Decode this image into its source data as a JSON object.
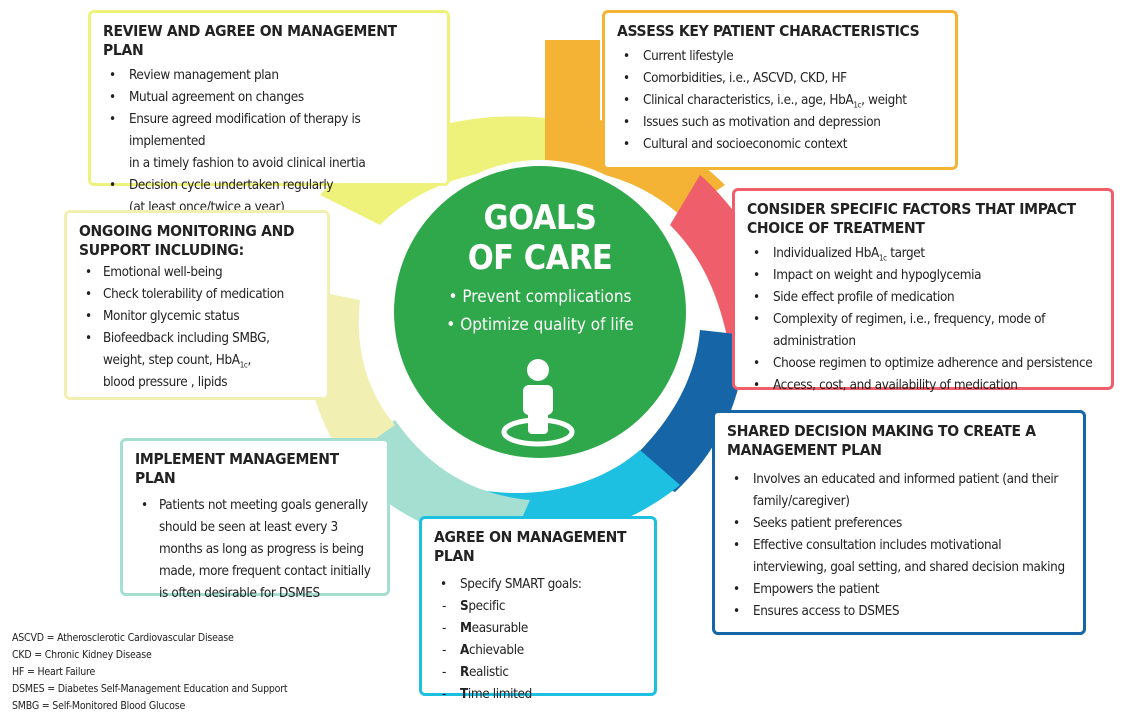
{
  "center": {
    "title_line1": "GOALS",
    "title_line2": "OF CARE",
    "bullet1": "Prevent complications",
    "bullet2": "Optimize quality of life",
    "icon": "person-on-target-icon"
  },
  "assess": {
    "title": "ASSESS KEY PATIENT CHARACTERISTICS",
    "items": [
      "Current lifestyle",
      "Comorbidities, i.e., ASCVD, CKD, HF",
      "Clinical characteristics, i.e., age, HbA",
      "Issues such as motivation and depression",
      "Cultural and socioeconomic context"
    ],
    "hba_sub": "1c",
    "hba_tail": ", weight"
  },
  "consider": {
    "title_line1": "CONSIDER SPECIFIC FACTORS THAT IMPACT",
    "title_line2": "CHOICE OF TREATMENT",
    "item0_pre": "Individualized HbA",
    "item0_sub": "1c",
    "item0_post": " target",
    "items": [
      "Impact on weight and hypoglycemia",
      "Side effect profile of medication",
      "Complexity of regimen, i.e., frequency, mode of administration",
      "Choose regimen to optimize adherence and persistence",
      "Access, cost, and availability of medication"
    ]
  },
  "shared": {
    "title_line1": "SHARED DECISION MAKING TO CREATE A",
    "title_line2": "MANAGEMENT PLAN",
    "item0_a": "Involves an educated and informed patient (and their",
    "item0_b": "family/caregiver)",
    "item1": "Seeks patient preferences",
    "item2_a": "Effective consultation includes motivational",
    "item2_b": "interviewing, goal setting, and shared decision  making",
    "item3": "Empowers the patient",
    "item4": "Ensures access to DSMES"
  },
  "agree": {
    "title": "AGREE ON MANAGEMENT PLAN",
    "lead": "Specify SMART goals:",
    "goals": [
      {
        "initial": "S",
        "rest": "pecific"
      },
      {
        "initial": "M",
        "rest": "easurable"
      },
      {
        "initial": "A",
        "rest": "chievable"
      },
      {
        "initial": "R",
        "rest": "ealistic"
      },
      {
        "initial": "T",
        "rest": "ime limited"
      }
    ]
  },
  "implement": {
    "title": "IMPLEMENT MANAGEMENT PLAN",
    "lines": [
      "Patients not meeting goals generally",
      "should be seen at least every 3",
      "months as long as progress is being",
      "made, more frequent contact initially",
      "is often desirable for DSMES"
    ]
  },
  "monitor": {
    "title_line1": "ONGOING MONITORING AND",
    "title_line2": "SUPPORT INCLUDING:",
    "items": [
      "Emotional well-being",
      "Check tolerability of medication",
      "Monitor glycemic status",
      "Biofeedback including SMBG,"
    ],
    "item3_b_pre": "weight, step count, HbA",
    "item3_b_sub": "1c",
    "item3_b_post": ",",
    "item3_c": "blood pressure , lipids"
  },
  "review": {
    "title": "REVIEW AND AGREE ON MANAGEMENT PLAN",
    "item0": "Review management plan",
    "item1": "Mutual agreement on changes",
    "item2_a": "Ensure agreed modification of therapy is implemented",
    "item2_b": "in a timely fashion to avoid clinical inertia",
    "item3_a": "Decision cycle undertaken regularly",
    "item3_b": "(at least once/twice a year)"
  },
  "footnotes": [
    "ASCVD = Atherosclerotic Cardiovascular Disease",
    "CKD = Chronic Kidney Disease",
    "HF = Heart Failure",
    "DSMES = Diabetes Self-Management Education and Support",
    "SMBG = Self-Monitored Blood Glucose"
  ],
  "colors": {
    "center_green": "#2ea84a",
    "assess_orange": "#f5b335",
    "consider_red": "#ef5f6b",
    "shared_blue": "#1565a7",
    "agree_cyan": "#1ec0e1",
    "implement_teal": "#a4dfd1",
    "monitor_cream": "#f2efb2",
    "review_yellow": "#eef27a"
  }
}
